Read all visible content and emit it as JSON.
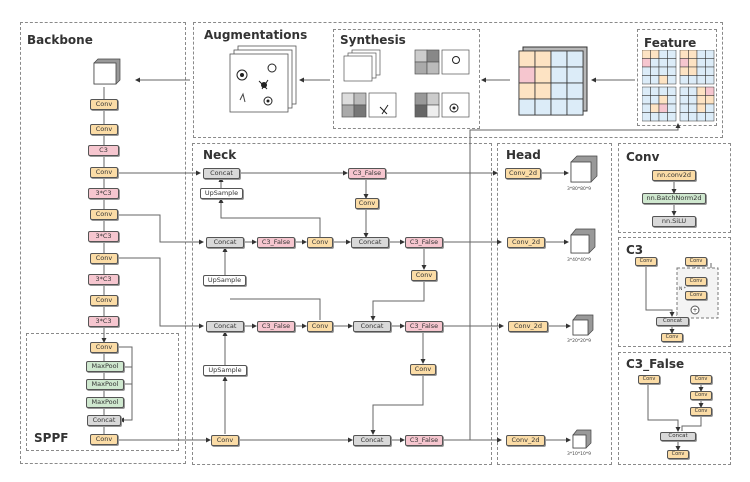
{
  "panels": {
    "backbone": "Backbone",
    "sppf": "SPPF",
    "augmentations": "Augmentations",
    "synthesis": "Synthesis",
    "feature": "Feature",
    "neck": "Neck",
    "head": "Head",
    "conv_legend": "Conv",
    "c3_legend": "C3",
    "c3false_legend": "C3_False"
  },
  "backbone": {
    "nodes": [
      "Conv",
      "Conv",
      "C3",
      "Conv",
      "3*C3",
      "Conv",
      "3*C3",
      "Conv",
      "3*C3",
      "Conv",
      "3*C3"
    ]
  },
  "sppf": {
    "nodes": [
      "Conv",
      "MaxPool",
      "MaxPool",
      "MaxPool",
      "Concat",
      "Conv"
    ]
  },
  "neck": {
    "concat": "Concat",
    "upsample": "UpSample",
    "c3false": "C3_False",
    "conv": "Conv"
  },
  "head": {
    "conv2d": "Conv_2d",
    "outputs": [
      "3*80*80*9",
      "3*40*40*9",
      "3*20*20*9",
      "3*10*10*9"
    ]
  },
  "conv_legend": {
    "nodes": [
      "nn.conv2d",
      "nn.BatchNorm2d",
      "nn.SiLU"
    ]
  },
  "c3_legend": {
    "conv": "Conv",
    "concat": "Concat",
    "repeat": "N *"
  },
  "c3false_legend": {
    "conv": "Conv",
    "concat": "Concat"
  },
  "colors": {
    "conv": "#fbdca6",
    "c3": "#f6c6cf",
    "concat": "#d9d9d9",
    "maxpool": "#cfe8cf",
    "grid_blue": "#dcecf8",
    "grid_orange": "#fde3c3",
    "grid_pink": "#f6c6cf"
  }
}
